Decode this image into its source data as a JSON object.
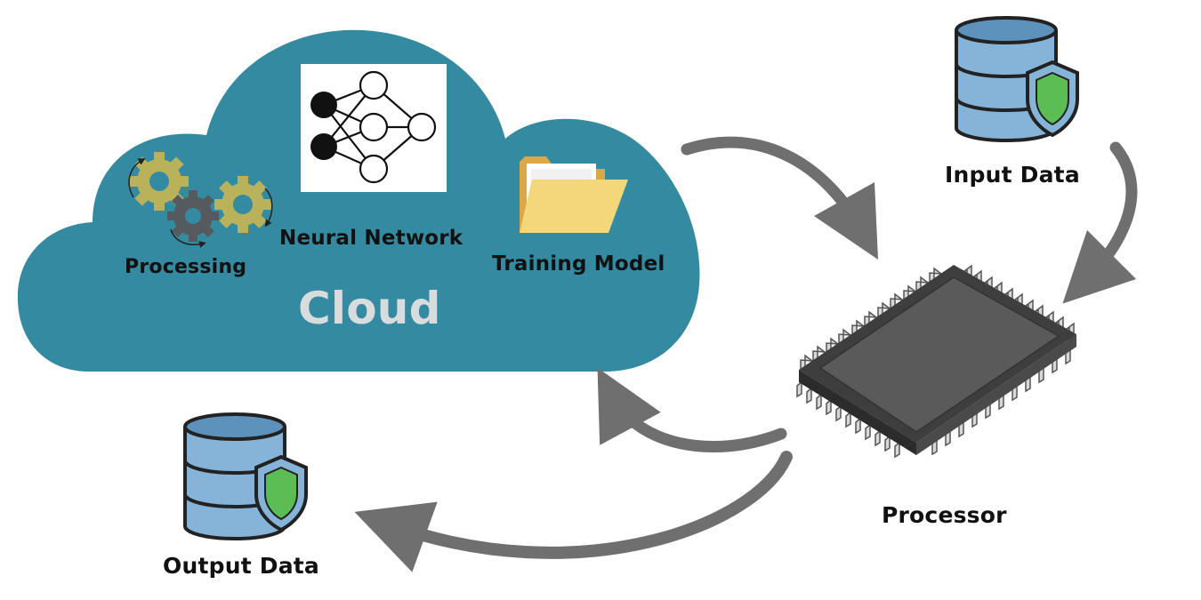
{
  "cloud": {
    "label": "Cloud",
    "color": "#348ba1",
    "components": {
      "processing": "Processing",
      "neural_network": "Neural Network",
      "training_model": "Training Model"
    }
  },
  "nodes": {
    "input_data": "Input Data",
    "processor": "Processor",
    "output_data": "Output Data"
  },
  "icons": {
    "cloud": "cloud-shape",
    "gears": "gears-icon",
    "neural_network": "neural-network-icon",
    "folder": "folder-icon",
    "database": "database-shield-icon",
    "chip": "microchip-icon",
    "arrow": "curved-arrow"
  },
  "colors": {
    "cloud": "#348ba1",
    "database": "#86b4d8",
    "shield": "#5cbd54",
    "arrow": "#6f6f6f",
    "chip": "#5a5a5a",
    "gear_olive": "#b9b25a",
    "gear_dark": "#555a5e",
    "folder": "#f3d77a"
  }
}
